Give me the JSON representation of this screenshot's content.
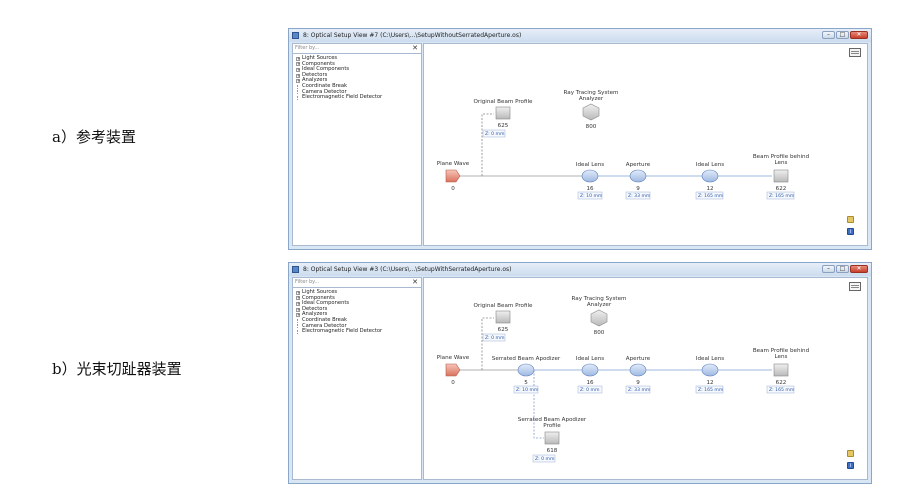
{
  "captions": {
    "a": "a）参考装置",
    "b": "b）光束切趾器装置"
  },
  "window_a": {
    "title": "8: Optical Setup View #7 (C:\\Users\\...\\SetupWithoutSerratedAperture.os)",
    "filter_placeholder": "Filter by...",
    "clear_glyph": "✕",
    "tree": [
      "Light Sources",
      "Components",
      "Ideal Components",
      "Detectors",
      "Analyzers",
      "Coordinate Break",
      "Camera Detector",
      "Electromagnetic Field Detector"
    ],
    "nodes": {
      "source": {
        "label": "Plane Wave",
        "id": "0"
      },
      "profile": {
        "label": "Original Beam Profile",
        "id": "625",
        "tag": "Z: 0 mm"
      },
      "analyzer": {
        "label1": "Ray Tracing System",
        "label2": "Analyzer",
        "id": "800"
      },
      "lens1": {
        "label": "Ideal Lens",
        "id": "16",
        "tag": "Z: 10 mm"
      },
      "aperture": {
        "label": "Aperture",
        "id": "9",
        "tag": "Z: 33 mm"
      },
      "lens2": {
        "label": "Ideal Lens",
        "id": "12",
        "tag": "Z: 165 mm"
      },
      "detector": {
        "label1": "Beam Profile behind",
        "label2": "Lens",
        "id": "622",
        "tag": "Z: 165 mm"
      }
    }
  },
  "window_b": {
    "title": "8: Optical Setup View #3 (C:\\Users\\...\\SetupWithSerratedAperture.os)",
    "filter_placeholder": "Filter by...",
    "clear_glyph": "✕",
    "tree": [
      "Light Sources",
      "Components",
      "Ideal Components",
      "Detectors",
      "Analyzers",
      "Coordinate Break",
      "Camera Detector",
      "Electromagnetic Field Detector"
    ],
    "nodes": {
      "source": {
        "label": "Plane Wave",
        "id": "0"
      },
      "profile": {
        "label": "Original Beam Profile",
        "id": "625",
        "tag": "Z: 0 mm"
      },
      "analyzer": {
        "label1": "Ray Tracing System",
        "label2": "Analyzer",
        "id": "800"
      },
      "apodizer": {
        "label": "Serrated Beam Apodizer",
        "id": "5",
        "tag": "Z: 10 mm"
      },
      "lens1": {
        "label": "Ideal Lens",
        "id": "16",
        "tag": "Z: 0 mm"
      },
      "aperture": {
        "label": "Aperture",
        "id": "9",
        "tag": "Z: 33 mm"
      },
      "lens2": {
        "label": "Ideal Lens",
        "id": "12",
        "tag": "Z: 165 mm"
      },
      "detector": {
        "label1": "Beam Profile behind",
        "label2": "Lens",
        "id": "622",
        "tag": "Z: 165 mm"
      },
      "apod_profile": {
        "label1": "Serrated Beam Apodizer",
        "label2": "Profile",
        "id": "618",
        "tag": "Z: 0 mm"
      }
    }
  },
  "colors": {
    "window_frame": "#d9e6f4",
    "source_red": "#e8a090",
    "lens_blue": "#bcd0ee",
    "tag_blue": "#2d59a8",
    "close_red": "#c5402c"
  },
  "icons": {
    "minimize": "minimize-icon",
    "maximize": "maximize-icon",
    "close": "close-icon",
    "toolbox": "toolbox-icon",
    "note": "note-icon",
    "info": "info-icon"
  }
}
